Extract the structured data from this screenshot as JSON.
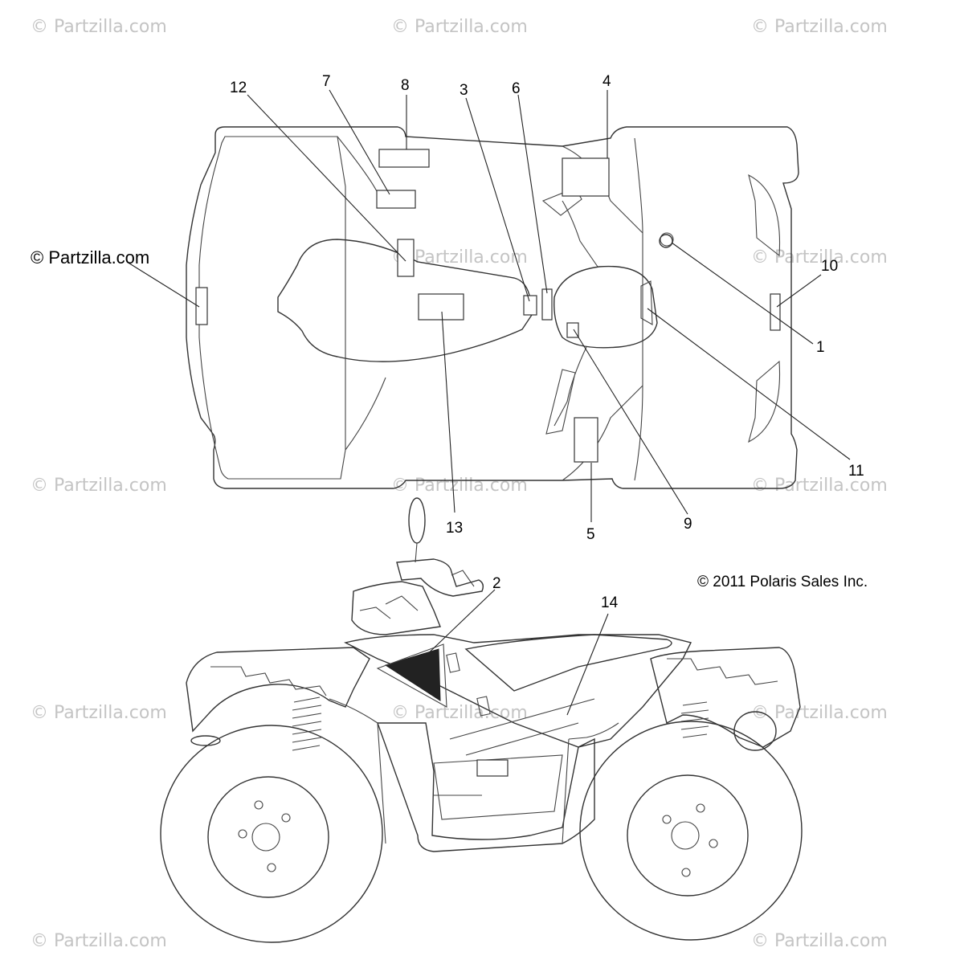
{
  "watermarks": {
    "w1": "© Partzilla.com",
    "w2": "© Partzilla.com",
    "w3": "© Partzilla.com",
    "w4": "© Partzilla.com",
    "w5": "© Partzilla.com",
    "w6": "© Partzilla.com",
    "w7": "© Partzilla.com",
    "w8": "© Partzilla.com",
    "w9": "© Partzilla.com",
    "w10": "© Partzilla.com",
    "w11": "© Partzilla.com",
    "w12": "© Partzilla.com",
    "w13": "© Partzilla.com"
  },
  "brand_watermark": "© Partzilla.com",
  "copyright": "© 2011 Polaris Sales Inc.",
  "callouts": {
    "c1": "1",
    "c2": "2",
    "c3": "3",
    "c4": "4",
    "c5": "5",
    "c6": "6",
    "c7": "7",
    "c8": "8",
    "c9": "9",
    "c10": "10",
    "c11": "11",
    "c12": "12",
    "c13": "13",
    "c14": "14"
  }
}
